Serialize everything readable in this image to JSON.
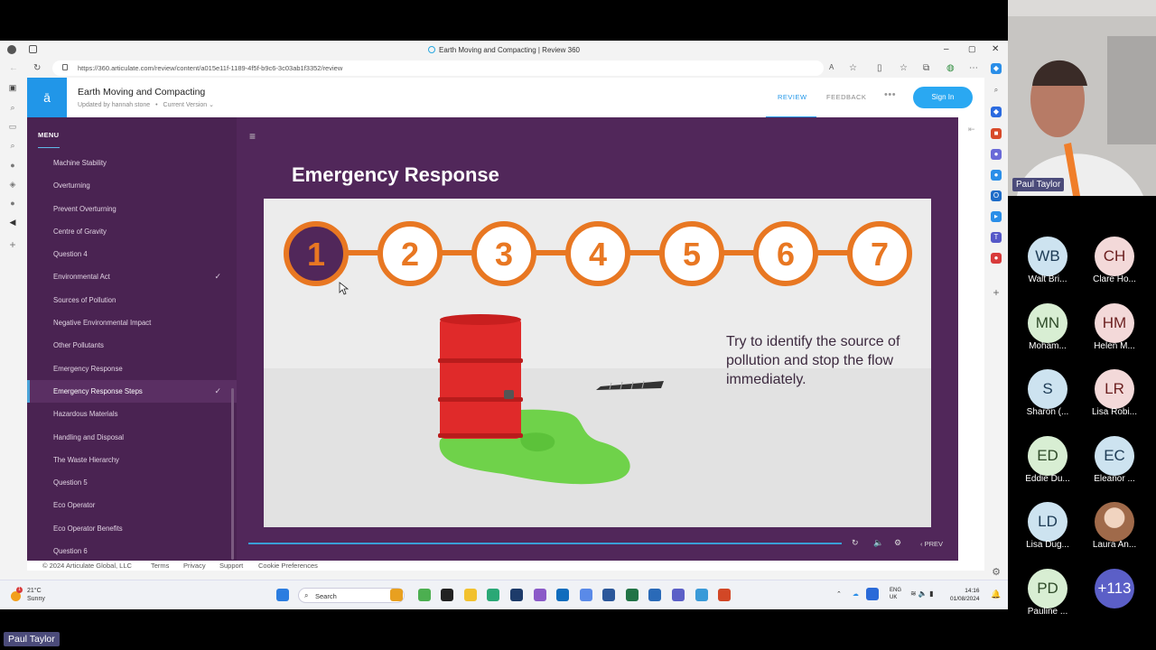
{
  "browser": {
    "window_title": "Earth Moving and Compacting | Review 360",
    "url": "https://360.articulate.com/review/content/a015e11f-1189-4f5f-b9c6-3c03ab1f3352/review"
  },
  "header": {
    "logo": "ā",
    "course_title": "Earth Moving and Compacting",
    "updated_by": "Updated by hannah stone",
    "version": "Current Version",
    "tabs": [
      "REVIEW",
      "FEEDBACK"
    ],
    "more": "•••",
    "signin_label": "Sign In"
  },
  "menu": {
    "heading": "MENU",
    "items": [
      {
        "label": "Machine Stability",
        "checked": false,
        "active": false
      },
      {
        "label": "Overturning",
        "checked": false,
        "active": false
      },
      {
        "label": "Prevent Overturning",
        "checked": false,
        "active": false
      },
      {
        "label": "Centre of Gravity",
        "checked": false,
        "active": false
      },
      {
        "label": "Question 4",
        "checked": false,
        "active": false
      },
      {
        "label": "Environmental Act",
        "checked": true,
        "active": false
      },
      {
        "label": "Sources of Pollution",
        "checked": false,
        "active": false
      },
      {
        "label": "Negative Environmental Impact",
        "checked": false,
        "active": false
      },
      {
        "label": "Other Pollutants",
        "checked": false,
        "active": false
      },
      {
        "label": "Emergency Response",
        "checked": false,
        "active": false
      },
      {
        "label": "Emergency Response Steps",
        "checked": true,
        "active": true
      },
      {
        "label": "Hazardous Materials",
        "checked": false,
        "active": false
      },
      {
        "label": "Handling and Disposal",
        "checked": false,
        "active": false
      },
      {
        "label": "The Waste Hierarchy",
        "checked": false,
        "active": false
      },
      {
        "label": "Question 5",
        "checked": false,
        "active": false
      },
      {
        "label": "Eco Operator",
        "checked": false,
        "active": false
      },
      {
        "label": "Eco Operator Benefits",
        "checked": false,
        "active": false
      },
      {
        "label": "Question 6",
        "checked": false,
        "active": false
      }
    ]
  },
  "slide": {
    "title": "Emergency Response",
    "steps": [
      "1",
      "2",
      "3",
      "4",
      "5",
      "6",
      "7"
    ],
    "active_step": "1",
    "text": "Try to identify the source of pollution and stop the flow immediately.",
    "colors": {
      "orange": "#e87722",
      "purple": "#51275a",
      "red": "#e02a2a",
      "green": "#6fd24a"
    }
  },
  "player": {
    "prev_label": "PREV"
  },
  "footer": {
    "copyright": "© 2024 Articulate Global, LLC",
    "links": [
      "Terms",
      "Privacy",
      "Support",
      "Cookie Preferences"
    ]
  },
  "taskbar": {
    "temp": "21°C",
    "weather": "Sunny",
    "weather_badge": "1",
    "search_label": "Search",
    "lang": "ENG",
    "region": "UK",
    "time": "14:16",
    "date": "01/08/2024"
  },
  "teams": {
    "speaker": "Paul Taylor",
    "participants": [
      {
        "initials": "WB",
        "name": "Walt Bri...",
        "bg": "#cde3f0",
        "fg": "#1d3b55"
      },
      {
        "initials": "CH",
        "name": "Clare Ho...",
        "bg": "#f3d9d9",
        "fg": "#6b1f1f"
      },
      {
        "initials": "MN",
        "name": "Moham...",
        "bg": "#d8eed3",
        "fg": "#2e4a28"
      },
      {
        "initials": "HM",
        "name": "Helen M...",
        "bg": "#f3d9d9",
        "fg": "#6b1f1f"
      },
      {
        "initials": "S",
        "name": "Sharon (...",
        "bg": "#cde3f0",
        "fg": "#1d3b55"
      },
      {
        "initials": "LR",
        "name": "Lisa Robi...",
        "bg": "#f3d9d9",
        "fg": "#6b1f1f"
      },
      {
        "initials": "ED",
        "name": "Eddie Du...",
        "bg": "#d8eed3",
        "fg": "#2e4a28"
      },
      {
        "initials": "EC",
        "name": "Eleanor ...",
        "bg": "#cde3f0",
        "fg": "#1d3b55"
      },
      {
        "initials": "LD",
        "name": "Lisa Dug...",
        "bg": "#cde3f0",
        "fg": "#1d3b55"
      },
      {
        "initials": "",
        "name": "Laura An...",
        "bg": "#c9a48a",
        "fg": "#ffffff"
      },
      {
        "initials": "PD",
        "name": "Pauline ...",
        "bg": "#d8eed3",
        "fg": "#2e4a28"
      },
      {
        "initials": "+113",
        "name": "",
        "bg": "#5b5fc7",
        "fg": "#ffffff"
      }
    ],
    "presenter_tag": "Paul Taylor"
  }
}
